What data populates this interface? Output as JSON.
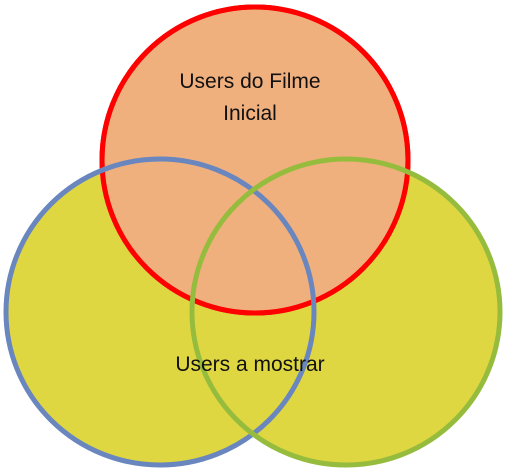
{
  "diagram": {
    "circles": [
      {
        "id": "top",
        "label_lines": [
          "Users do Filme",
          "Inicial"
        ],
        "fill": "#F0B07E",
        "stroke": "#FF0000"
      },
      {
        "id": "left",
        "label_lines": [],
        "fill": "#DFD742",
        "stroke": "#6A86BE"
      },
      {
        "id": "right",
        "label_lines": [],
        "fill": "#DFD742",
        "stroke": "#96BC3E"
      }
    ],
    "center_label": "Users a mostrar"
  }
}
